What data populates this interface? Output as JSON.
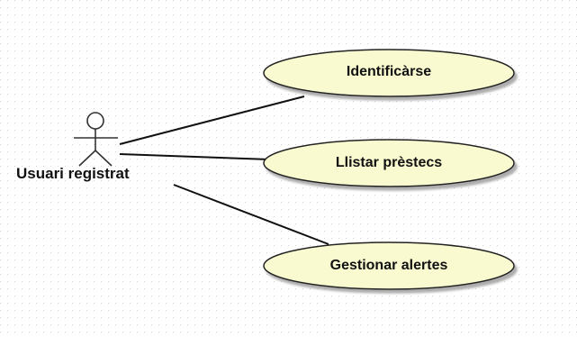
{
  "diagram": {
    "type": "use-case",
    "actor": {
      "name": "Usuari registrat"
    },
    "use_cases": [
      {
        "label": "Identificàrse"
      },
      {
        "label": "Llistar prèstecs"
      },
      {
        "label": "Gestionar alertes"
      }
    ],
    "colors": {
      "usecase_fill": "#fafad0",
      "usecase_stroke": "#222222",
      "grid_dot": "#b0b0b0",
      "line": "#111111"
    }
  }
}
